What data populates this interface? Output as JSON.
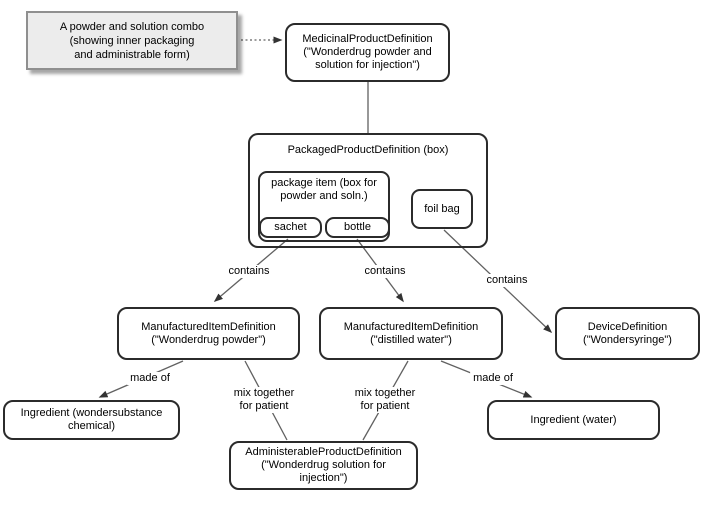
{
  "note": {
    "text": "A powder and solution combo\n(showing inner packaging\nand administrable form)"
  },
  "nodes": {
    "medicinal": {
      "label": "MedicinalProductDefinition\n(\"Wonderdrug powder and\nsolution for injection\")"
    },
    "packaged": {
      "label": "PackagedProductDefinition (box)"
    },
    "package_item": {
      "label": "package item (box for\npowder and soln.)"
    },
    "sachet": {
      "label": "sachet"
    },
    "bottle": {
      "label": "bottle"
    },
    "foil_bag": {
      "label": "foil bag"
    },
    "manufactured_powder": {
      "label": "ManufacturedItemDefinition\n(\"Wonderdrug powder\")"
    },
    "manufactured_water": {
      "label": "ManufacturedItemDefinition\n(\"distilled water\")"
    },
    "device": {
      "label": "DeviceDefinition\n(\"Wondersyringe\")"
    },
    "ingredient_chemical": {
      "label": "Ingredient (wondersubstance\nchemical)"
    },
    "administerable": {
      "label": "AdministerableProductDefinition\n(\"Wonderdrug solution for\ninjection\")"
    },
    "ingredient_water": {
      "label": "Ingredient (water)"
    }
  },
  "edge_labels": {
    "contains_1": "contains",
    "contains_2": "contains",
    "contains_3": "contains",
    "made_of_1": "made of",
    "mix_together_1": "mix together\nfor patient",
    "mix_together_2": "mix together\nfor patient",
    "made_of_2": "made of"
  },
  "colors": {
    "box_border": "#2b2b2b",
    "line": "#616161",
    "arrow": "#333333",
    "note_fill": "#ececec",
    "note_border": "#8f8f8f",
    "background": "#ffffff"
  }
}
